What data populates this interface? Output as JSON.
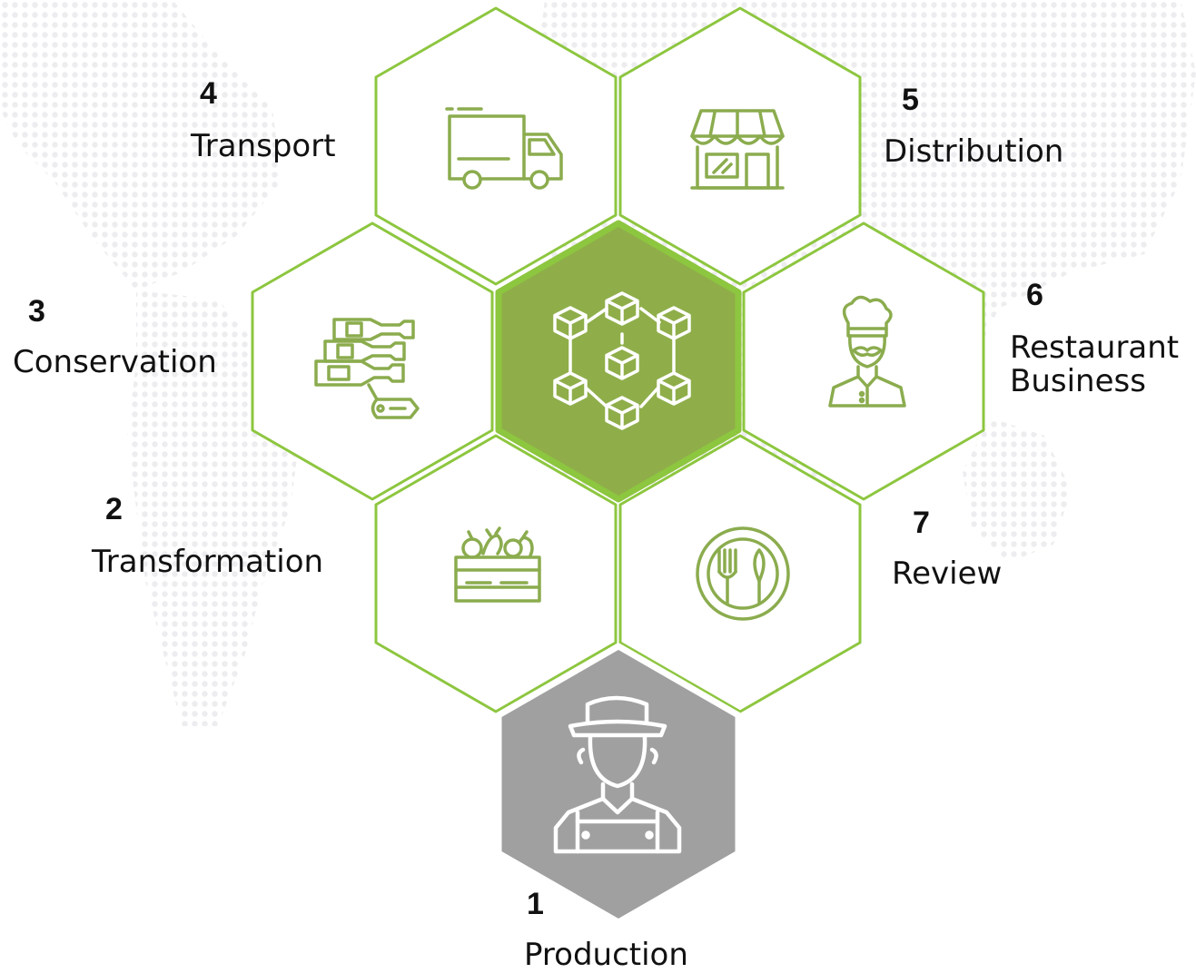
{
  "colors": {
    "hex_stroke": "#8dc63f",
    "icon_green": "#8bac4e",
    "center_fill": "#8fae4a",
    "production_fill": "#a0a0a0",
    "dot_pattern": "#ededf0",
    "text": "#111111"
  },
  "center": {
    "icon": "blockchain-network-icon"
  },
  "stages": [
    {
      "id": "production",
      "number": "1",
      "label": "Production",
      "icon": "farmer-icon"
    },
    {
      "id": "transformation",
      "number": "2",
      "label": "Transformation",
      "icon": "produce-crate-icon"
    },
    {
      "id": "conservation",
      "number": "3",
      "label": "Conservation",
      "icon": "bottles-tag-icon"
    },
    {
      "id": "transport",
      "number": "4",
      "label": "Transport",
      "icon": "truck-icon"
    },
    {
      "id": "distribution",
      "number": "5",
      "label": "Distribution",
      "icon": "storefront-icon"
    },
    {
      "id": "restaurant",
      "number": "6",
      "label": "Restaurant Business",
      "icon": "chef-icon"
    },
    {
      "id": "review",
      "number": "7",
      "label": "Review",
      "icon": "plate-cutlery-icon"
    }
  ]
}
